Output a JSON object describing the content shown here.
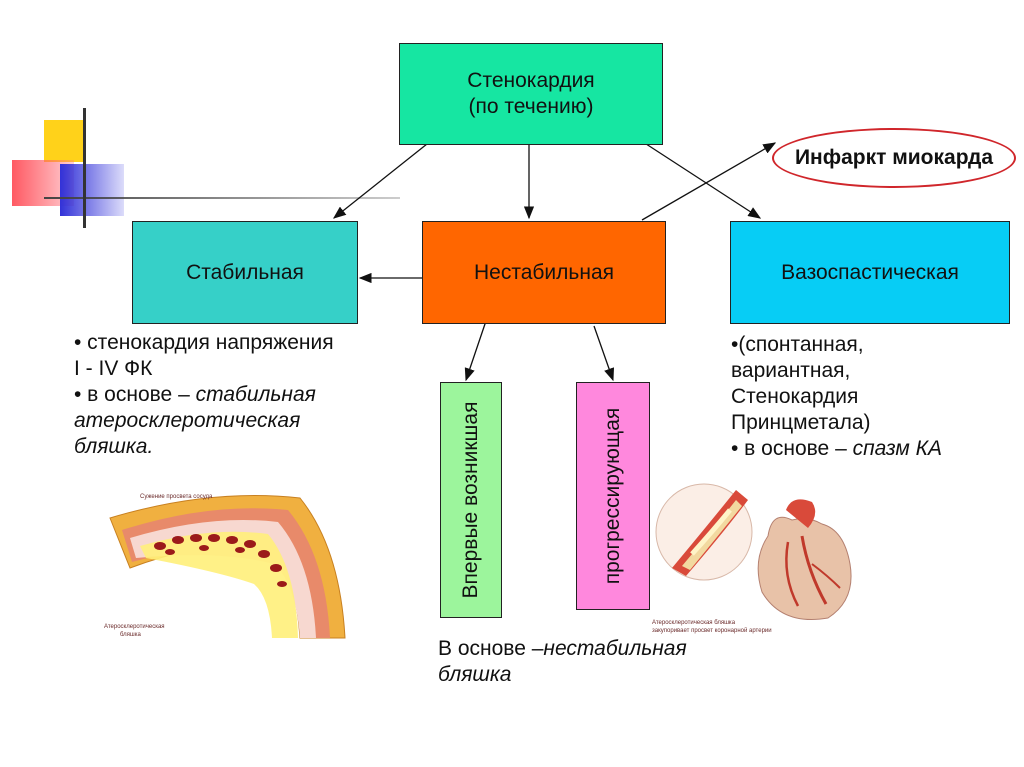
{
  "root": {
    "line1": "Стенокардия",
    "line2": "(по течению)",
    "color": "#16e6a2"
  },
  "stable": {
    "label": "Стабильная",
    "color": "#36d0c8"
  },
  "unstable": {
    "label": "Нестабильная",
    "color": "#ff6600"
  },
  "vasospastic": {
    "label": "Вазоспастическая",
    "color": "#07cdf5"
  },
  "infarct": {
    "label": "Инфаркт миокарда",
    "border_color": "#d0262b"
  },
  "sub_first": {
    "label": "Впервые возникшая",
    "color": "#9cf59c"
  },
  "sub_progressive": {
    "label": "прогрессирующая",
    "color": "#ff88dd"
  },
  "stable_notes": {
    "line1": "• стенокардия напряжения",
    "line2": "I - IV ФК",
    "line3_prefix": "• в основе – ",
    "line3_italic": "стабильная",
    "line4": "атеросклеротическая",
    "line5": "бляшка."
  },
  "vaso_notes": {
    "line1": "•(спонтанная,",
    "line2": "вариантная,",
    "line3": "Стенокардия",
    "line4": "Принцметала)",
    "line5_prefix": "• в основе – ",
    "line5_italic": "спазм КА"
  },
  "unstable_notes": {
    "line1_prefix": "В основе –",
    "line1_italic": "нестабильная",
    "line2": "бляшка"
  },
  "image_left": {
    "caption_top": "Сужение просвета сосуда",
    "caption_bottom_1": "Атеросклеротическая",
    "caption_bottom_2": "бляшка"
  },
  "image_right": {
    "caption_1": "Атеросклеротическая бляшка",
    "caption_2": "закупоривает просвет коронарной артерии"
  }
}
